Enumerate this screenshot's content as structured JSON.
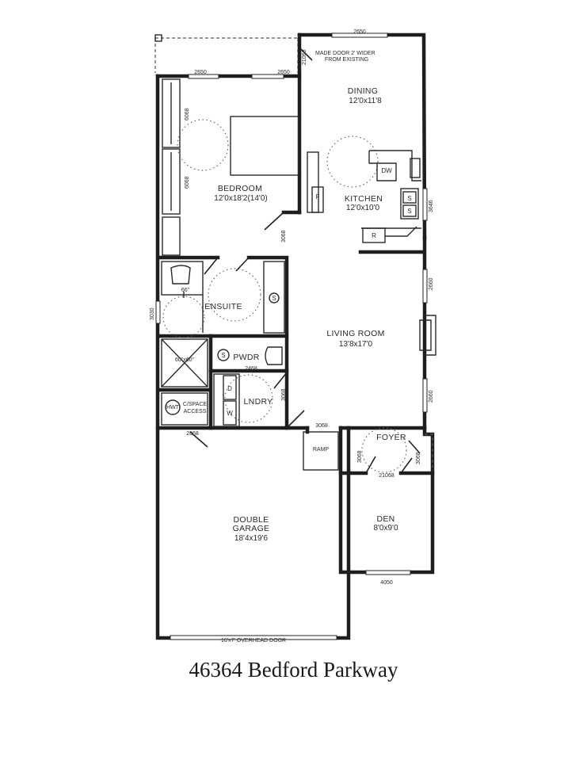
{
  "caption": "46364 Bedford Parkway",
  "rooms": {
    "dining": {
      "name": "DINING",
      "dims": "12'0x11'8"
    },
    "bedroom": {
      "name": "BEDROOM",
      "dims": "12'0x18'2(14'0)"
    },
    "kitchen": {
      "name": "KITCHEN",
      "dims": "12'0x10'0"
    },
    "ensuite": {
      "name": "ENSUITE"
    },
    "living": {
      "name": "LIVING ROOM",
      "dims": "13'8x17'0"
    },
    "pwdr": {
      "name": "PWDR"
    },
    "lndry": {
      "name": "LNDRY"
    },
    "foyer": {
      "name": "FOYER"
    },
    "den": {
      "name": "DEN",
      "dims": "8'0x9'0"
    },
    "garage": {
      "name1": "DOUBLE",
      "name2": "GARAGE",
      "dims": "18'4x19'6"
    }
  },
  "note": "MADE DOOR 2' WIDER",
  "note2": "FROM EXISTING",
  "fixtures": {
    "dw": "DW",
    "f": "F",
    "r": "R",
    "s": "S",
    "d": "D",
    "w": "W",
    "hwt": "HWT",
    "crawl1": "C/SPACE",
    "crawl2": "ACCESS",
    "shower": "60\"x60\"",
    "ramp": "RAMP",
    "mirror": "66\"",
    "overhead": "16'x7' OVERHEAD DOOR"
  },
  "dimensions": {
    "w2650a": "2650",
    "w2650b": "2650",
    "w2650c": "2650",
    "d21068a": "21068",
    "w6068a": "6068",
    "w6068b": "6068",
    "d3068a": "3068",
    "w3646": "3646",
    "w2660a": "2660",
    "w2660b": "2660",
    "w3030": "3030",
    "d2468": "2468",
    "d3068b": "3068",
    "d3068c": "3068",
    "d2868": "2868",
    "d3068d": "3068",
    "d3068e": "3068",
    "d21068b": "21068",
    "w4050": "4050"
  }
}
